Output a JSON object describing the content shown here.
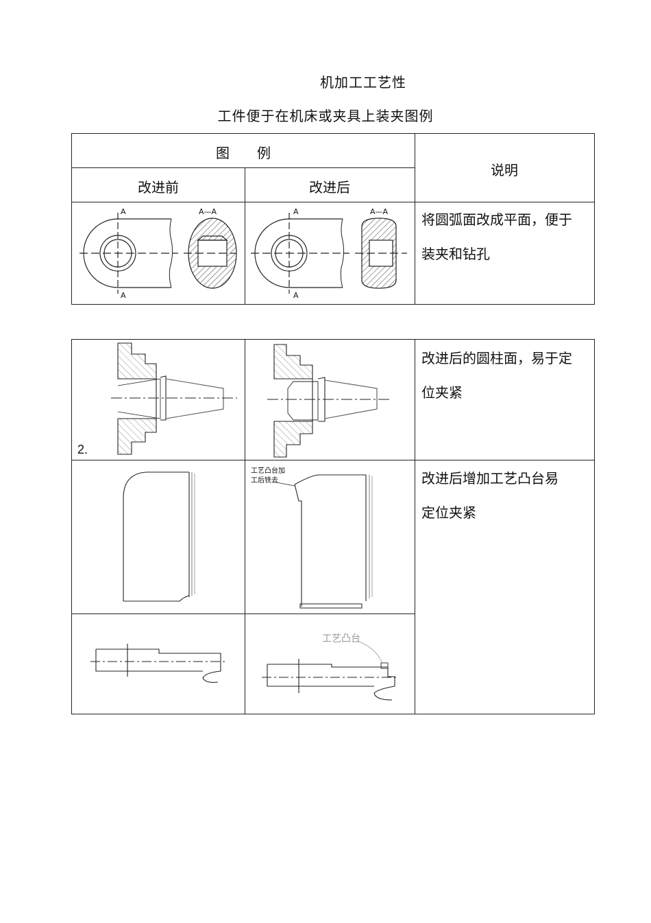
{
  "document": {
    "title": "机加工工艺性",
    "subtitle": "工件便于在机床或夹具上装夹图例"
  },
  "table1": {
    "header_example": "图　　例",
    "header_before": "改进前",
    "header_after": "改进后",
    "header_note": "说明",
    "row1": {
      "section_label_top": "A",
      "section_label_bottom": "A",
      "section_title": "A—A",
      "note_line1": "将圆弧面改成平面，便于",
      "note_line2": "装夹和钻孔"
    }
  },
  "table2": {
    "row1": {
      "number": "2.",
      "note_line1": "改进后的圆柱面，易于定",
      "note_line2": "位夹紧"
    },
    "row2": {
      "annotation_line1": "工艺凸台加",
      "annotation_line2": "工后铣去",
      "note_line1": "改进后增加工艺凸台易",
      "note_line2": "定位夹紧"
    },
    "row3": {
      "annotation": "工艺凸台"
    }
  }
}
